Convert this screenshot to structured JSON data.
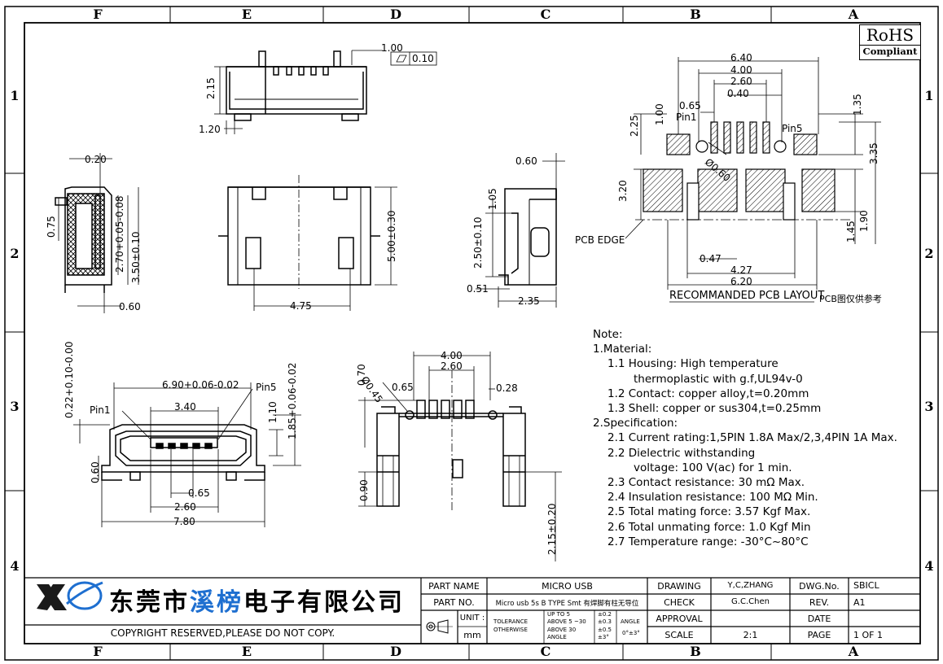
{
  "border": {
    "columns": [
      "F",
      "E",
      "D",
      "C",
      "B",
      "A"
    ],
    "rows": [
      "1",
      "2",
      "3",
      "4"
    ]
  },
  "rohs": {
    "line1": "RoHS",
    "line2": "Compliant"
  },
  "top_view": {
    "dims": [
      "1.00",
      "0.10",
      "2.15",
      "1.20"
    ]
  },
  "side_view_left": {
    "dims": [
      "0.20",
      "0.75",
      "2.70+0.05-0.08",
      "3.50±0.10",
      "0.60"
    ]
  },
  "front_view": {
    "dims": [
      "5.00±0.30",
      "4.75"
    ]
  },
  "side_view_right": {
    "dims": [
      "0.60",
      "1.05",
      "2.50±0.10",
      "0.51",
      "2.35"
    ]
  },
  "pcb_layout": {
    "dims_top": [
      "6.40",
      "4.00",
      "2.60",
      "0.40",
      "0.65",
      "1.00",
      "1.35",
      "2.25",
      "3.35",
      "3.20",
      "1.45",
      "1.90",
      "Ø0.60"
    ],
    "dims_bottom": [
      "0.47",
      "4.27",
      "6.20"
    ],
    "pin1": "Pin1",
    "pin5": "Pin5",
    "pcb_edge": "PCB EDGE",
    "title": "RECOMMANDED PCB LAYOUT",
    "note_cn": "PCB图仅供参考"
  },
  "mating_view": {
    "dims": [
      "0.22+0.10-0.00",
      "6.90+0.06-0.02",
      "3.40",
      "1.10",
      "1.85+0.06-0.02",
      "0.60",
      "0.65",
      "2.60",
      "7.80"
    ],
    "pin1": "Pin1",
    "pin5": "Pin5"
  },
  "bottom_view": {
    "dims": [
      "4.00",
      "2.60",
      "0.70",
      "Ø0.45",
      "0.65",
      "0.28",
      "0.90",
      "2.15±0.20"
    ]
  },
  "notes": [
    "Note:",
    "1.Material:",
    "1.1  Housing: High  temperature",
    "thermoplastic  with  g.f,UL94v-0",
    "1.2  Contact:  copper  alloy,t=0.20mm",
    "1.3  Shell:  copper  or  sus304,t=0.25mm",
    "2.Specification:",
    "2.1  Current  rating:1,5PIN  1.8A  Max/2,3,4PIN  1A  Max.",
    "2.2  Dielectric  withstanding",
    "voltage:  100  V(ac)  for  1  min.",
    "2.3  Contact  resistance:  30  mΩ  Max.",
    "2.4  Insulation  resistance:  100  MΩ  Min.",
    "2.5  Total  mating  force:  3.57  Kgf  Max.",
    "2.6  Total  unmating  force:  1.0  Kgf  Min",
    "2.7  Temperature  range:  -30°C~80°C"
  ],
  "title_block": {
    "company": "东莞市溪榜电子有限公司",
    "company_highlight": "溪榜",
    "company_pre": "东莞市",
    "company_post": "电子有限公司",
    "copyright": "COPYRIGHT  RESERVED,PLEASE  DO  NOT  COPY.",
    "part_name_label": "PART  NAME",
    "part_name": "MICRO  USB",
    "part_no_label": "PART  NO.",
    "part_no": "Micro usb 5s B TYPE Smt 有焊脚有柱无导位",
    "unit_label": "UNIT :",
    "unit": "mm",
    "tolerance_label": "TOLERANCE",
    "tolerance_label2": "OTHERWISE",
    "tol_rows": [
      [
        "UP  TO  5",
        "±0.2"
      ],
      [
        "ABOVE  5 ~30",
        "±0.3"
      ],
      [
        "ABOVE  30",
        "±0.5"
      ],
      [
        "ANGLE",
        "±3°"
      ]
    ],
    "angle_label": "ANGLE",
    "angle_value": "0°±3°",
    "drawing_label": "DRAWING",
    "drawing": "Y,C,ZHANG",
    "check_label": "CHECK",
    "check": "G.C.Chen",
    "approval_label": "APPROVAL",
    "scale_label": "SCALE",
    "scale": "2:1",
    "dwg_no_label": "DWG.No.",
    "dwg_no": "SBICL",
    "rev_label": "REV.",
    "rev": "A1",
    "date_label": "DATE",
    "page_label": "PAGE",
    "page": "1  OF  1"
  }
}
